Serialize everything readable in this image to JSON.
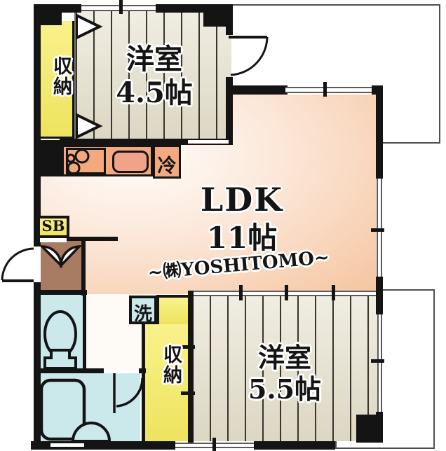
{
  "floorplan": {
    "rooms": {
      "room45": {
        "name": "洋室",
        "size": "4.5帖"
      },
      "ldk": {
        "name": "LDK",
        "size": "11帖"
      },
      "room55": {
        "name": "洋室",
        "size": "5.5帖"
      }
    },
    "labels": {
      "closet_top": "収納",
      "closet_bottom": "収納",
      "shoebox": "SB",
      "fridge": "冷",
      "washer": "洗"
    },
    "watermark": "~㈱YOSHITOMO~",
    "colors": {
      "wall": "#141414",
      "ldk_floor": "#F5C49E",
      "room_floor": "#E6E2D2",
      "closet": "#F5EE7C",
      "wet_area": "#CBE9EB",
      "entrance": "#A87B63",
      "kitchen_counter": "#F3A97D",
      "sink": "#F1A38A"
    }
  }
}
